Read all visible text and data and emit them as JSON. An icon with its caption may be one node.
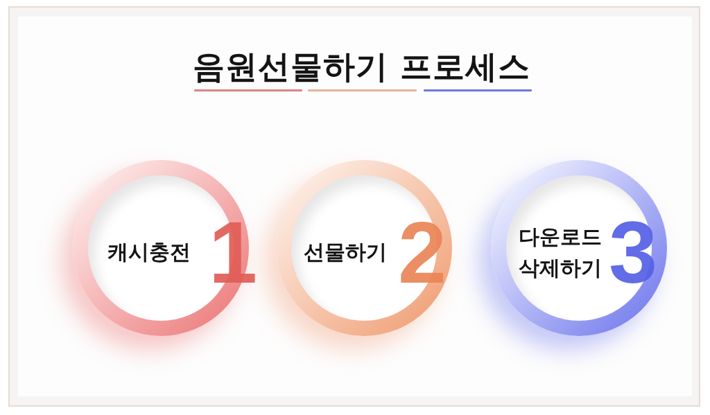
{
  "diagram": {
    "title": "음원선물하기 프로세스",
    "nodes": [
      {
        "text": [
          "캐시충전",
          "1"
        ]
      },
      {
        "text": [
          "선물하기",
          "2"
        ]
      },
      {
        "text": [
          "다운로드 삭제하기",
          "3"
        ]
      }
    ]
  }
}
